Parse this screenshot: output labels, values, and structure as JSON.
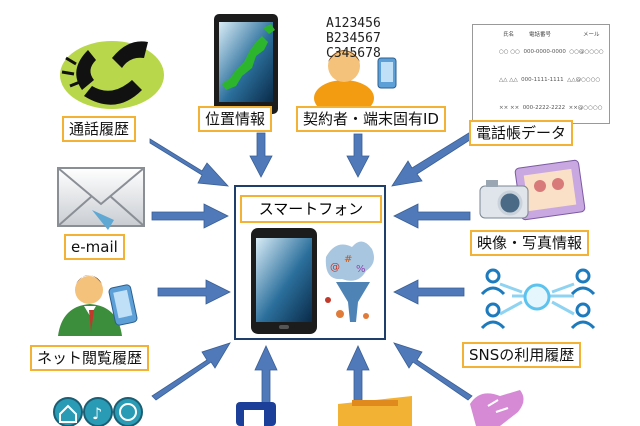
{
  "center": {
    "title": "スマートフォン"
  },
  "labels": {
    "call_history": "通話履歴",
    "location": "位置情報",
    "contract_id": "契約者・端末固有ID",
    "phonebook": "電話帳データ",
    "email": "e-mail",
    "media": "映像・写真情報",
    "browsing": "ネット閲覧履歴",
    "sns": "SNSの利用履歴"
  },
  "ids": [
    "A123456",
    "B234567",
    "C345678"
  ],
  "phonebook_table": {
    "headers": [
      "氏名",
      "電話番号",
      "メール"
    ],
    "rows": [
      [
        "○○ ○○",
        "000-0000-0000",
        "○○@○○○○"
      ],
      [
        "△△ △△",
        "000-1111-1111",
        "△△@○○○○"
      ],
      [
        "×× ××",
        "000-2222-2222",
        "××@○○○○"
      ]
    ]
  },
  "colors": {
    "arrow": "#4f79b8",
    "label_border": "#f2b233",
    "center_border": "#1f3e6b"
  }
}
